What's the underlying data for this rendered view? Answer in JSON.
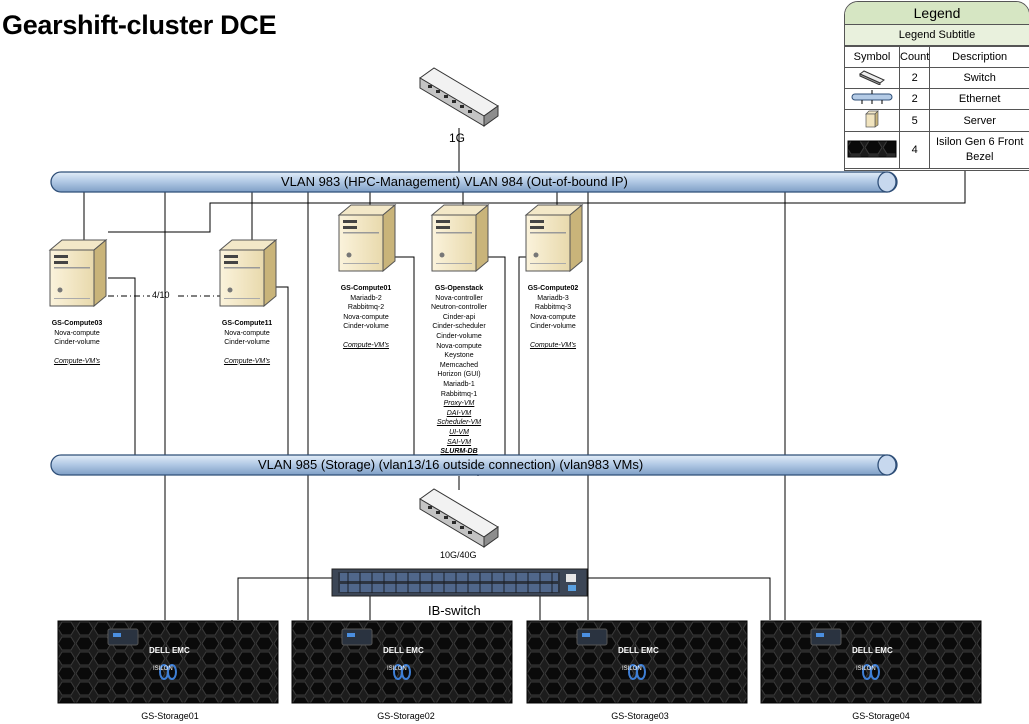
{
  "title": "Gearshift-cluster DCE",
  "legend": {
    "title": "Legend",
    "subtitle": "Legend Subtitle",
    "headers": [
      "Symbol",
      "Count",
      "Description"
    ],
    "rows": [
      {
        "icon": "switch-icon",
        "count": "2",
        "description": "Switch"
      },
      {
        "icon": "ethernet-icon",
        "count": "2",
        "description": "Ethernet"
      },
      {
        "icon": "server-icon",
        "count": "5",
        "description": "Server"
      },
      {
        "icon": "isilon-bezel-icon",
        "count": "4",
        "description": "Isilon Gen 6 Front Bezel"
      }
    ]
  },
  "top_switch_label": "1G",
  "vlan_top_label": "VLAN 983 (HPC-Management)  VLAN 984 (Out-of-bound IP)",
  "vlan_bottom_label": "VLAN 985 (Storage) (vlan13/16 outside connection) (vlan983 VMs)",
  "link_label": "4/10",
  "mid_switch_label": "10G/40G",
  "ib_switch_label": "IB-switch",
  "servers": {
    "compute03": {
      "name": "GS-Compute03",
      "lines": [
        "Nova-compute",
        "Cinder-volume"
      ],
      "vm": "Compute-VM's"
    },
    "compute11": {
      "name": "GS-Compute11",
      "lines": [
        "Nova-compute",
        "Cinder-volume"
      ],
      "vm": "Compute-VM's"
    },
    "compute01": {
      "name": "GS-Compute01",
      "lines": [
        "Mariadb-2",
        "Rabbitmq-2",
        "Nova-compute",
        "Cinder-volume"
      ],
      "vm": "Compute-VM's"
    },
    "openstack": {
      "name": "GS-Openstack",
      "lines": [
        "Nova-controller",
        "Neutron-controller",
        "Cinder-api",
        "Cinder-scheduler",
        "Cinder-volume",
        "Nova-compute",
        "Keystone",
        "Memcached",
        "Horizon (GUI)",
        "Mariadb-1",
        "Rabbitmq-1"
      ],
      "vms": [
        "Proxy-VM",
        "DAI-VM",
        "Scheduler-VM",
        "UI-VM",
        "SAI-VM"
      ],
      "last": "SLURM-DB"
    },
    "compute02": {
      "name": "GS-Compute02",
      "lines": [
        "Mariadb-3",
        "Rabbitmq-3",
        "Nova-compute",
        "Cinder-volume"
      ],
      "vm": "Compute-VM's"
    }
  },
  "storage": [
    {
      "name": "GS-Storage01",
      "brand": "DELL EMC",
      "product": "ISILON"
    },
    {
      "name": "GS-Storage02",
      "brand": "DELL EMC",
      "product": "ISILON"
    },
    {
      "name": "GS-Storage03",
      "brand": "DELL EMC",
      "product": "ISILON"
    },
    {
      "name": "GS-Storage04",
      "brand": "DELL EMC",
      "product": "ISILON"
    }
  ],
  "colors": {
    "pipe": "#b4cbe6",
    "pipe_stroke": "#2f4f78",
    "legend_header": "#d6e6c3",
    "bezel": "#1a1a1a"
  }
}
